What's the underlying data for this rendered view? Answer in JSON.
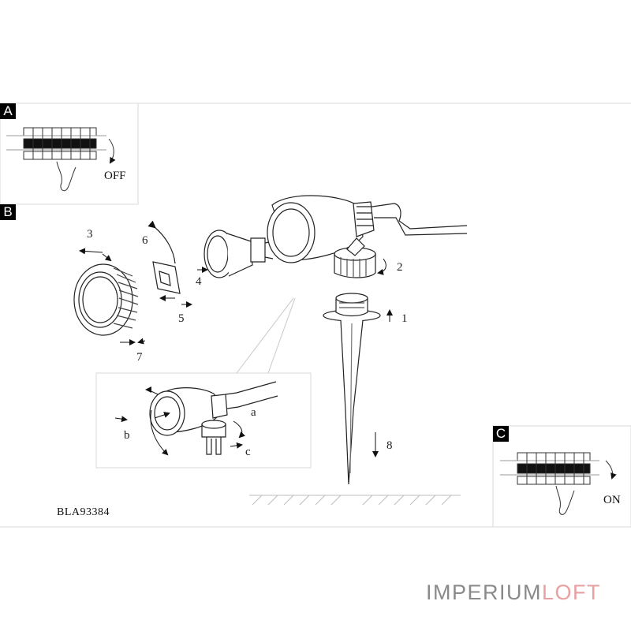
{
  "panels": {
    "a": {
      "tag": "A",
      "state": "OFF"
    },
    "b": {
      "tag": "B"
    },
    "c": {
      "tag": "C",
      "state": "ON"
    }
  },
  "callouts": {
    "n1": "1",
    "n2": "2",
    "n3": "3",
    "n4": "4",
    "n5": "5",
    "n6": "6",
    "n7": "7",
    "n8": "8",
    "a": "a",
    "b": "b",
    "c": "c"
  },
  "model_code": "BLA93384",
  "brand": {
    "main": "IMPERIUM",
    "accent": "LOFT",
    "main_color": "#8a8a8a",
    "accent_color": "#e9a0a0"
  }
}
